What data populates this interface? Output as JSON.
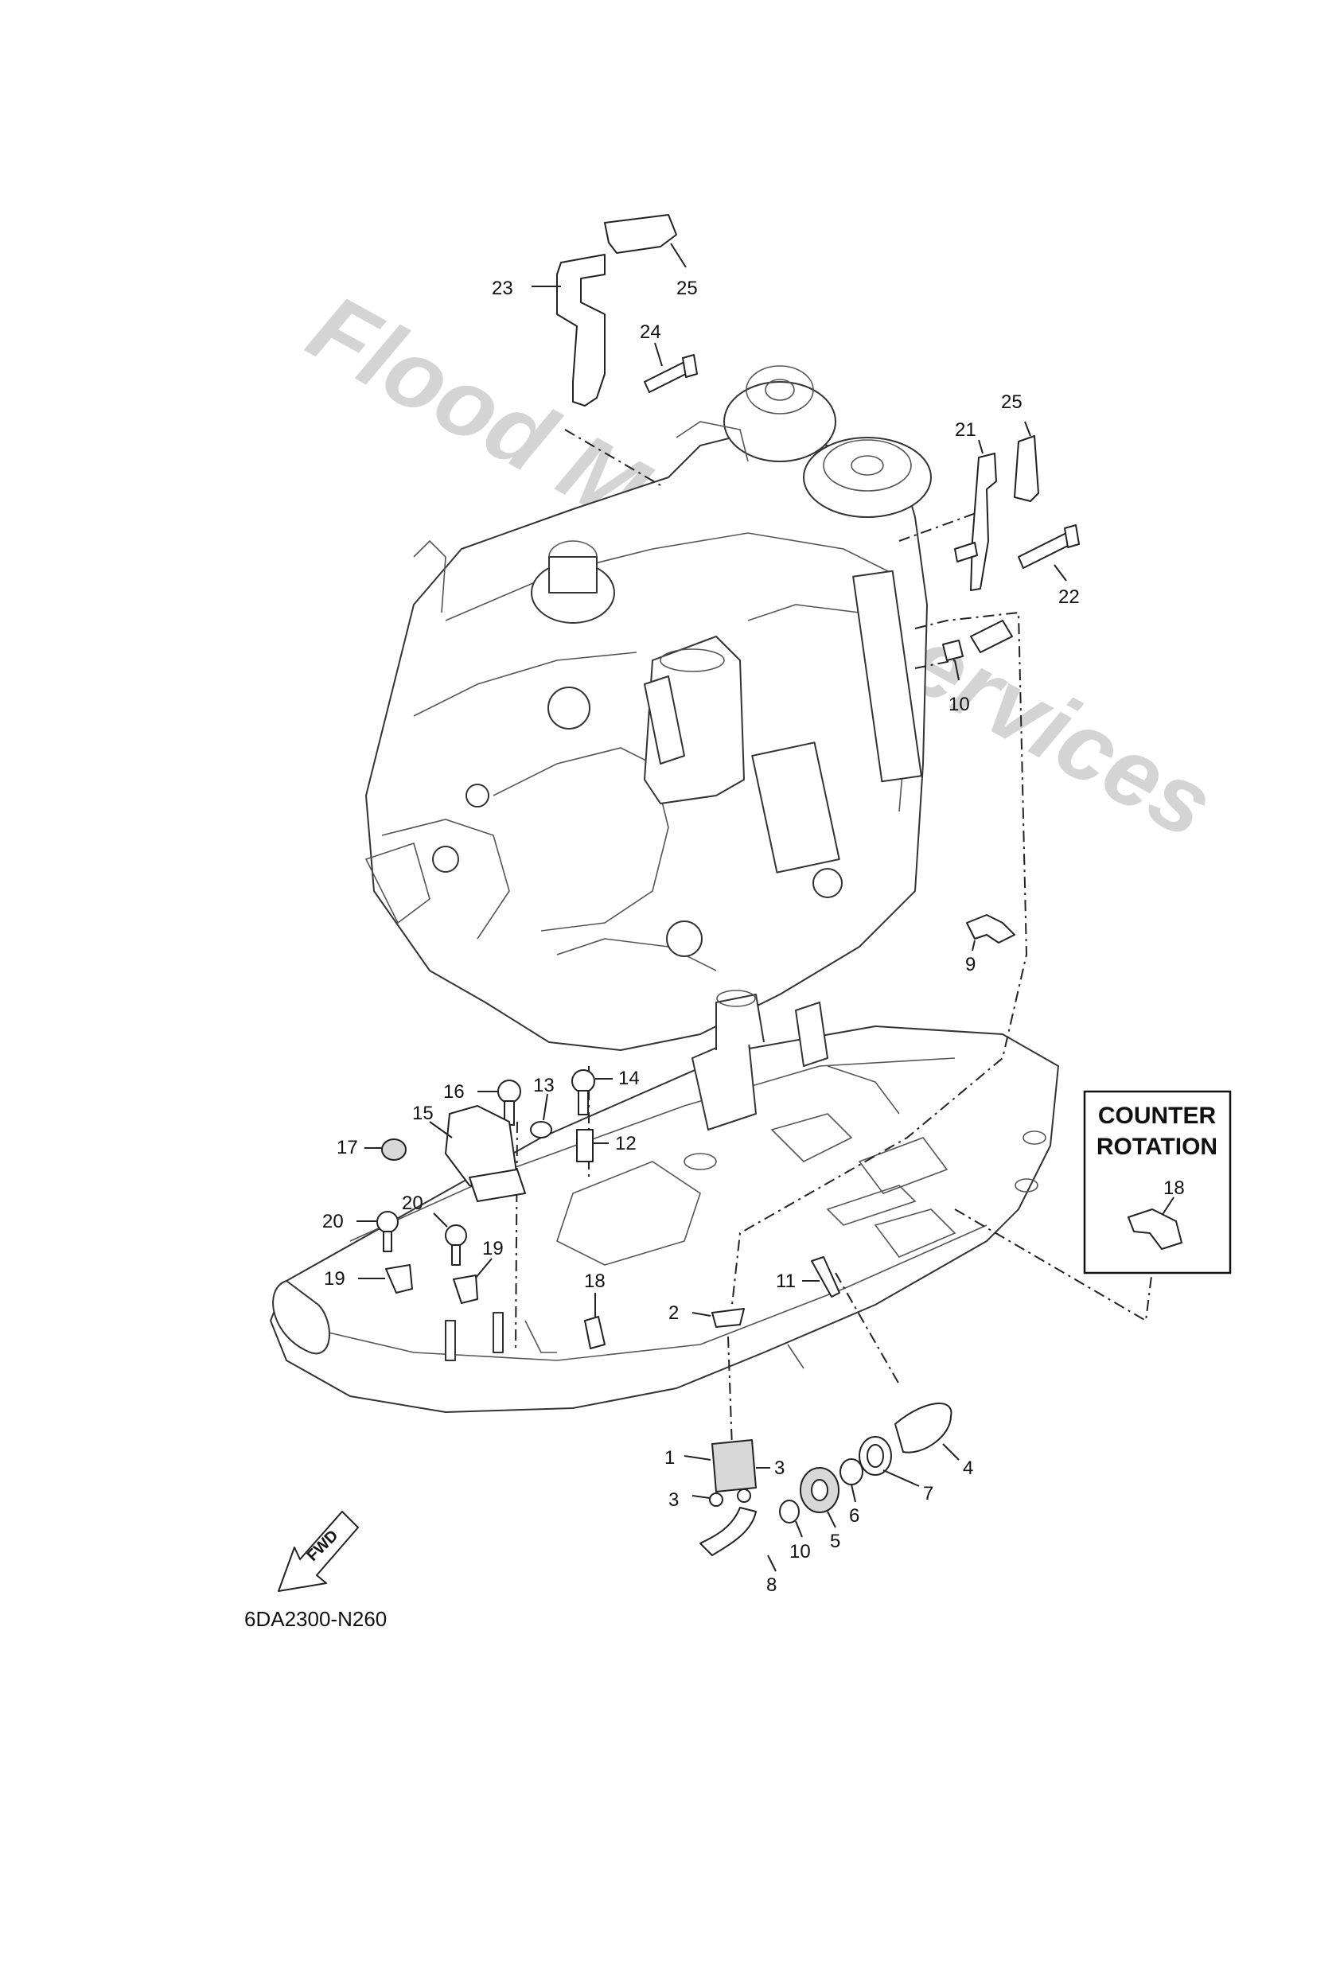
{
  "watermark": "Flood Marine Services",
  "diagram_code": "6DA2300-N260",
  "counter_rotation": {
    "line1": "COUNTER",
    "line2": "ROTATION",
    "callout": "18"
  },
  "fwd_label": "FWD",
  "callouts": {
    "c25a": "25",
    "c23": "23",
    "c24": "24",
    "c25b": "25",
    "c21": "21",
    "c22": "22",
    "c10a": "10",
    "c9": "9",
    "c16": "16",
    "c13": "13",
    "c14": "14",
    "c15": "15",
    "c12": "12",
    "c17": "17",
    "c20a": "20",
    "c20b": "20",
    "c19a": "19",
    "c19b": "19",
    "c18": "18",
    "c11": "11",
    "c2": "2",
    "c1": "1",
    "c3a": "3",
    "c3b": "3",
    "c4": "4",
    "c7": "7",
    "c6": "6",
    "c5": "5",
    "c10b": "10",
    "c8": "8"
  }
}
